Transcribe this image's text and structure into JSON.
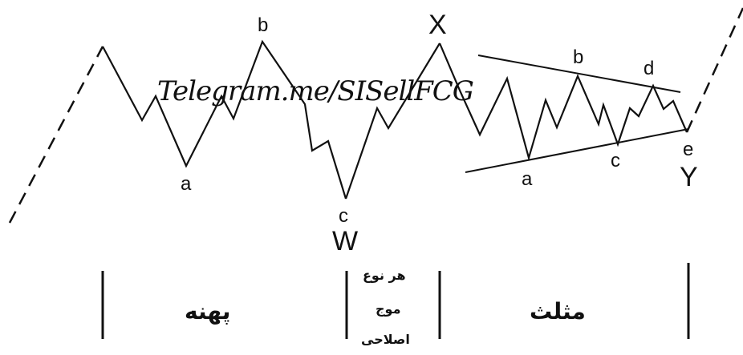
{
  "watermark": "Telegram.me/SISellFCG",
  "labels": {
    "flat_b": "b",
    "flat_a": "a",
    "w_c": "c",
    "w_main": "W",
    "x_main": "X",
    "tri_b": "b",
    "tri_d": "d",
    "tri_a": "a",
    "tri_c": "c",
    "tri_e": "e",
    "y_main": "Y"
  },
  "captions": {
    "flat": "پهنه",
    "corrective": [
      "هر نوع",
      "موج",
      "اصلاحی"
    ],
    "triangle": "مثلث"
  },
  "colors": {
    "ink": "#111111",
    "background": "#ffffff"
  }
}
